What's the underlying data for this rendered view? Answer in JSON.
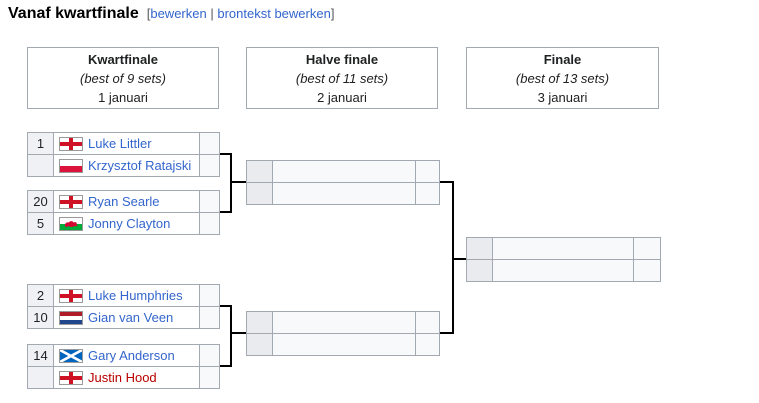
{
  "page": {
    "title": "Vanaf kwartfinale",
    "edit": {
      "bracket_open": "[",
      "link1": "bewerken",
      "separator": "|",
      "link2": "brontekst bewerken",
      "bracket_close": "]"
    }
  },
  "colors": {
    "link_blue": "#3366cc",
    "link_red": "#ba0000",
    "border": "#a2a9b1",
    "header_bg": "#eaecf0",
    "cell_bg": "#f8f9fa",
    "connector": "#000000"
  },
  "rounds": [
    {
      "name": "Kwartfinale",
      "format": "(best of 9 sets)",
      "date": "1 januari"
    },
    {
      "name": "Halve finale",
      "format": "(best of 11 sets)",
      "date": "2 januari"
    },
    {
      "name": "Finale",
      "format": "(best of 13 sets)",
      "date": "3 januari"
    }
  ],
  "bracket": {
    "quarterfinals": [
      {
        "p1": {
          "seed": "1",
          "flag": "ENG",
          "name": "Luke Littler",
          "score": ""
        },
        "p2": {
          "seed": "",
          "flag": "POL",
          "name": "Krzysztof Ratajski",
          "score": ""
        }
      },
      {
        "p1": {
          "seed": "20",
          "flag": "ENG",
          "name": "Ryan Searle",
          "score": ""
        },
        "p2": {
          "seed": "5",
          "flag": "WAL",
          "name": "Jonny Clayton",
          "score": ""
        }
      },
      {
        "p1": {
          "seed": "2",
          "flag": "ENG",
          "name": "Luke Humphries",
          "score": ""
        },
        "p2": {
          "seed": "10",
          "flag": "NED",
          "name": "Gian van Veen",
          "score": ""
        }
      },
      {
        "p1": {
          "seed": "14",
          "flag": "SCO",
          "name": "Gary Anderson",
          "score": ""
        },
        "p2": {
          "seed": "",
          "flag": "ENG",
          "name": "Justin Hood",
          "score": ""
        }
      }
    ],
    "semifinals": [
      {
        "p1": {
          "seed": "",
          "name": "",
          "score": ""
        },
        "p2": {
          "seed": "",
          "name": "",
          "score": ""
        }
      },
      {
        "p1": {
          "seed": "",
          "name": "",
          "score": ""
        },
        "p2": {
          "seed": "",
          "name": "",
          "score": ""
        }
      }
    ],
    "final": {
      "p1": {
        "seed": "",
        "name": "",
        "score": ""
      },
      "p2": {
        "seed": "",
        "name": "",
        "score": ""
      }
    }
  }
}
